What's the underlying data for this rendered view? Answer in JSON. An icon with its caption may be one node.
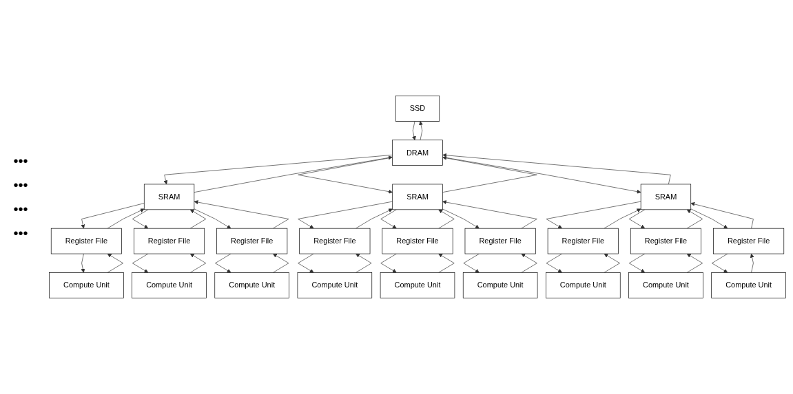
{
  "diagram": {
    "nodes": [
      {
        "text": [
          "SSD"
        ]
      },
      {
        "text": [
          "SRAM"
        ]
      },
      {
        "text": [
          "DRAM"
        ]
      },
      {
        "text": [
          "SRAM"
        ]
      },
      {
        "text": [
          "Register File"
        ]
      },
      {
        "text": [
          "Register File"
        ]
      },
      {
        "text": [
          "Register File"
        ]
      },
      {
        "text": [
          "Register File"
        ]
      },
      {
        "text": [
          "Register File"
        ]
      },
      {
        "text": [
          "Register File"
        ]
      },
      {
        "text": [
          "Compute Unit"
        ]
      },
      {
        "text": [
          "Compute Unit"
        ]
      },
      {
        "text": [
          "Compute Unit"
        ]
      },
      {
        "text": [
          "Compute Unit"
        ]
      },
      {
        "text": [
          "Compute Unit"
        ]
      },
      {
        "text": [
          "Compute Unit"
        ]
      },
      {
        "text": [
          "SRAM"
        ]
      },
      {
        "text": [
          "Register File"
        ]
      },
      {
        "text": [
          "Register File"
        ]
      },
      {
        "text": [
          "Register File"
        ]
      },
      {
        "text": [
          "Compute Unit"
        ]
      },
      {
        "text": [
          "Compute Unit"
        ]
      },
      {
        "text": [
          "Compute Unit"
        ]
      }
    ],
    "edges": [
      {
        "from": 2,
        "to": 0,
        "arrow": "to"
      },
      {
        "from": 0,
        "to": 2,
        "arrow": "to"
      },
      {
        "from": 1,
        "to": 2,
        "arrow": "to"
      },
      {
        "from": 2,
        "to": 1,
        "arrow": "to"
      },
      {
        "from": 2,
        "to": 3,
        "arrow": "to"
      },
      {
        "from": 3,
        "to": 2,
        "arrow": "to"
      },
      {
        "from": 2,
        "to": 16,
        "arrow": "to"
      },
      {
        "from": 16,
        "to": 2,
        "arrow": "to"
      },
      {
        "from": 1,
        "to": 4,
        "arrow": "to"
      },
      {
        "from": 4,
        "to": 1,
        "arrow": "to"
      },
      {
        "from": 1,
        "to": 5,
        "arrow": "to"
      },
      {
        "from": 5,
        "to": 1,
        "arrow": "to"
      },
      {
        "from": 1,
        "to": 6,
        "arrow": "to"
      },
      {
        "from": 6,
        "to": 1,
        "arrow": "to"
      },
      {
        "from": 3,
        "to": 7,
        "arrow": "to"
      },
      {
        "from": 7,
        "to": 3,
        "arrow": "to"
      },
      {
        "from": 3,
        "to": 8,
        "arrow": "to"
      },
      {
        "from": 8,
        "to": 3,
        "arrow": "to"
      },
      {
        "from": 3,
        "to": 9,
        "arrow": "to"
      },
      {
        "from": 9,
        "to": 3,
        "arrow": "to"
      },
      {
        "from": 16,
        "to": 17,
        "arrow": "to"
      },
      {
        "from": 17,
        "to": 16,
        "arrow": "to"
      },
      {
        "from": 16,
        "to": 18,
        "arrow": "to"
      },
      {
        "from": 18,
        "to": 16,
        "arrow": "to"
      },
      {
        "from": 16,
        "to": 19,
        "arrow": "to"
      },
      {
        "from": 19,
        "to": 16,
        "arrow": "to"
      },
      {
        "from": 4,
        "to": 10,
        "arrow": "to"
      },
      {
        "from": 10,
        "to": 4,
        "arrow": "to"
      },
      {
        "from": 5,
        "to": 11,
        "arrow": "to"
      },
      {
        "from": 11,
        "to": 5,
        "arrow": "to"
      },
      {
        "from": 6,
        "to": 12,
        "arrow": "to"
      },
      {
        "from": 12,
        "to": 6,
        "arrow": "to"
      },
      {
        "from": 7,
        "to": 13,
        "arrow": "to"
      },
      {
        "from": 13,
        "to": 7,
        "arrow": "to"
      },
      {
        "from": 8,
        "to": 14,
        "arrow": "to"
      },
      {
        "from": 14,
        "to": 8,
        "arrow": "to"
      },
      {
        "from": 9,
        "to": 15,
        "arrow": "to"
      },
      {
        "from": 15,
        "to": 9,
        "arrow": "to"
      },
      {
        "from": 17,
        "to": 20,
        "arrow": "to"
      },
      {
        "from": 20,
        "to": 17,
        "arrow": "to"
      },
      {
        "from": 18,
        "to": 21,
        "arrow": "to"
      },
      {
        "from": 21,
        "to": 18,
        "arrow": "to"
      },
      {
        "from": 19,
        "to": 22,
        "arrow": "to"
      },
      {
        "from": 22,
        "to": 19,
        "arrow": "to"
      }
    ],
    "labels": [
      "•••",
      "•••",
      "•••",
      "•••"
    ]
  }
}
